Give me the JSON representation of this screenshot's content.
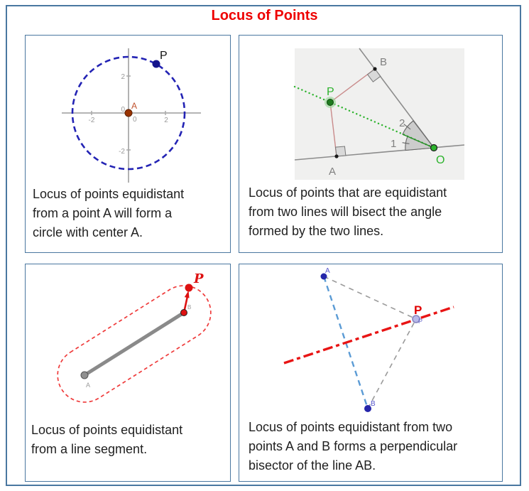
{
  "title": "Locus of Points",
  "colors": {
    "border": "#4a77a0",
    "title_red": "#ee0000",
    "circle_blue": "#2323b4",
    "axis_gray": "#a9a9a9",
    "point_a_brown": "#993300",
    "label_a_orange": "#c0522d",
    "point_p_navy": "#14148c",
    "geo_green": "#2db32d",
    "geo_gray": "#8c8c8c",
    "pink_segment": "#c98b8b",
    "locus_red": "#e81414",
    "blue_dashed": "#5b9bd5",
    "point_blue": "#2525aa"
  },
  "panels": [
    {
      "id": "circle-locus",
      "caption_lines": [
        "Locus of points equidistant",
        "from a point A will form a",
        "circle with center A."
      ],
      "labels": {
        "p": "P",
        "a": "A"
      },
      "ticks": {
        "x": [
          "-2",
          "0",
          "2"
        ],
        "y": [
          "2",
          "0",
          "-2"
        ]
      }
    },
    {
      "id": "angle-bisector-locus",
      "caption_lines": [
        "Locus of points that are equidistant",
        "from two lines will bisect the angle",
        "formed by the two lines."
      ],
      "labels": {
        "a": "A",
        "b": "B",
        "p": "P",
        "o": "O",
        "angle1": "1",
        "angle2": "2"
      }
    },
    {
      "id": "segment-locus",
      "caption_lines": [
        "Locus of points equidistant",
        "from a line segment."
      ],
      "labels": {
        "a": "A",
        "b": "B",
        "p": "P"
      }
    },
    {
      "id": "perpendicular-bisector-locus",
      "caption_lines": [
        "Locus of points equidistant from two",
        "points A and B forms a perpendicular",
        "bisector of the line AB."
      ],
      "labels": {
        "a": "A",
        "b": "B",
        "p": "P",
        "p_small": "P"
      }
    }
  ]
}
